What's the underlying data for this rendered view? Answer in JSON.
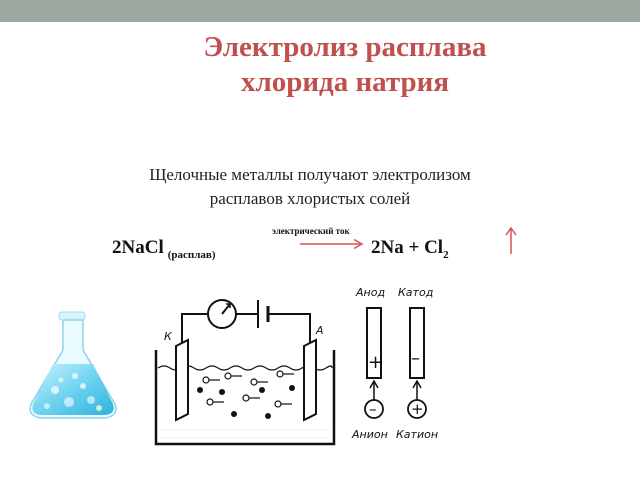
{
  "slide": {
    "title_line1": "Электролиз расплава",
    "title_line2": "хлорида натрия",
    "subtitle_line1": "Щелочные металлы получают электролизом",
    "subtitle_line2": "расплавов  хлористых солей"
  },
  "equation": {
    "reactant": "2NaCl",
    "reactant_state": "(расплав)",
    "arrow_label": "электрический ток",
    "product_na": "2Na +",
    "product_cl": "Cl",
    "product_cl_sub": "2",
    "gas_icon": "arrow-up-icon"
  },
  "diagram": {
    "left_electrode": "К",
    "right_electrode": "А",
    "meter_icon": "ammeter-icon"
  },
  "electrodes": {
    "anode_label": "Анод",
    "cathode_label": "Катод",
    "anode_sign": "+",
    "cathode_sign": "–",
    "anion_label": "Анион",
    "cation_label": "Катион",
    "anion_sign": "–",
    "cation_sign": "+"
  },
  "colors": {
    "title": "#c0504d",
    "topbar": "#9ea89e",
    "arrow": "#d9534f",
    "flask_liquid": "#6fd3ef"
  }
}
